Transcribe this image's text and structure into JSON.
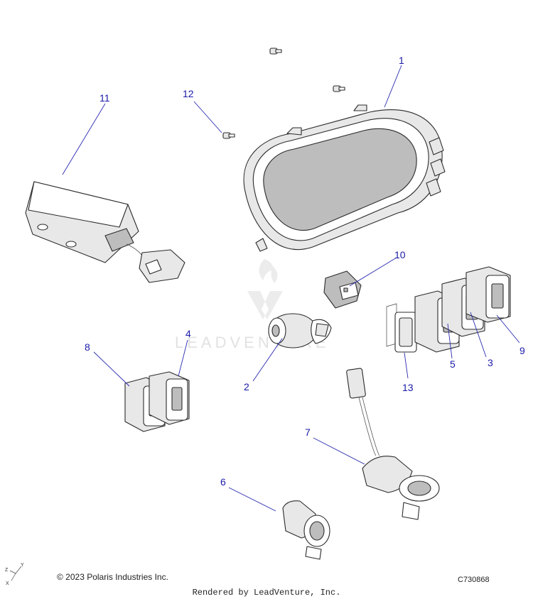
{
  "callouts": [
    "1",
    "2",
    "3",
    "4",
    "5",
    "6",
    "7",
    "8",
    "9",
    "10",
    "11",
    "12",
    "13"
  ],
  "watermark": "LEADVENTURE",
  "footer": {
    "copyright": "© 2023 Polaris Industries Inc.",
    "figure_code": "C730868",
    "rendered_by": "Rendered by LeadVenture, Inc."
  },
  "axis_triad": {
    "z": "Z",
    "y": "Y",
    "x": "X"
  },
  "colors": {
    "callout": "#1a1aa8",
    "leader": "#2a2ab0",
    "watermark": "#e2e2e2"
  }
}
